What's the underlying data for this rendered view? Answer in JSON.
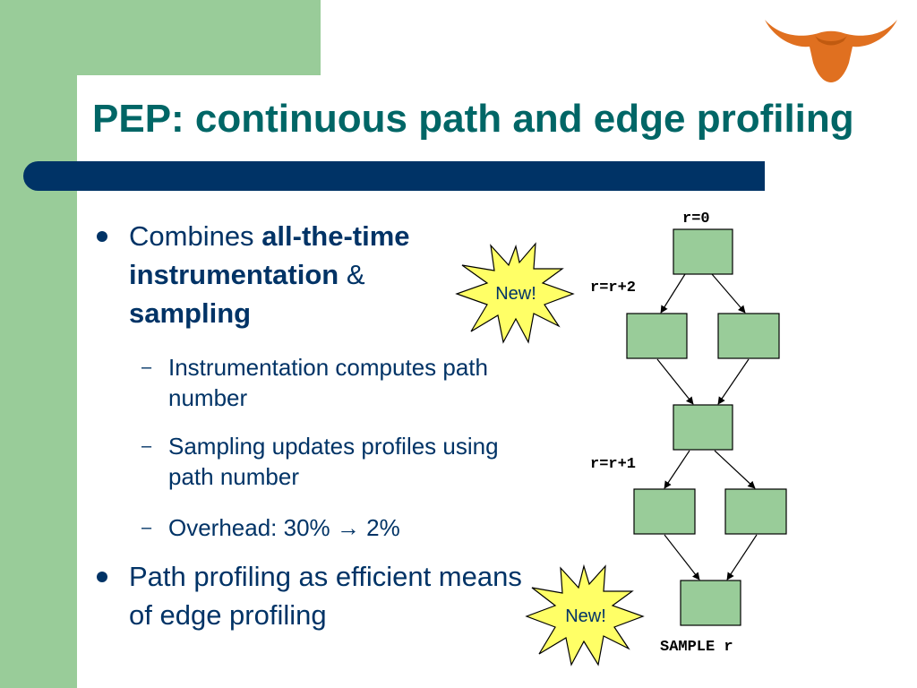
{
  "slide": {
    "title": "PEP: continuous path and edge profiling",
    "bullets": [
      {
        "parts": [
          {
            "text": "Combines ",
            "bold": false
          },
          {
            "text": "all-the-time instrumentation",
            "bold": true
          },
          {
            "text": " & ",
            "bold": false
          },
          {
            "text": "sampling",
            "bold": true
          }
        ],
        "sub": [
          "Instrumentation computes path number",
          "Sampling updates profiles using path number",
          "Overhead: 30% → 2%"
        ]
      },
      {
        "parts": [
          {
            "text": "Path profiling as efficient means of edge profiling",
            "bold": false
          }
        ],
        "sub": []
      }
    ]
  },
  "bursts": [
    {
      "label": "New!"
    },
    {
      "label": "New!"
    }
  ],
  "diagram": {
    "labels": {
      "top": "r=0",
      "first": "r=r+2",
      "second": "r=r+1",
      "bottom": "SAMPLE r"
    }
  },
  "colors": {
    "background_green": "#99cc99",
    "title_teal": "#006666",
    "navy": "#003366",
    "box_green": "#99cc99",
    "burst_yellow": "#ffff66",
    "logo_orange": "#e07020"
  },
  "icons": {
    "logo": "longhorn-icon"
  }
}
